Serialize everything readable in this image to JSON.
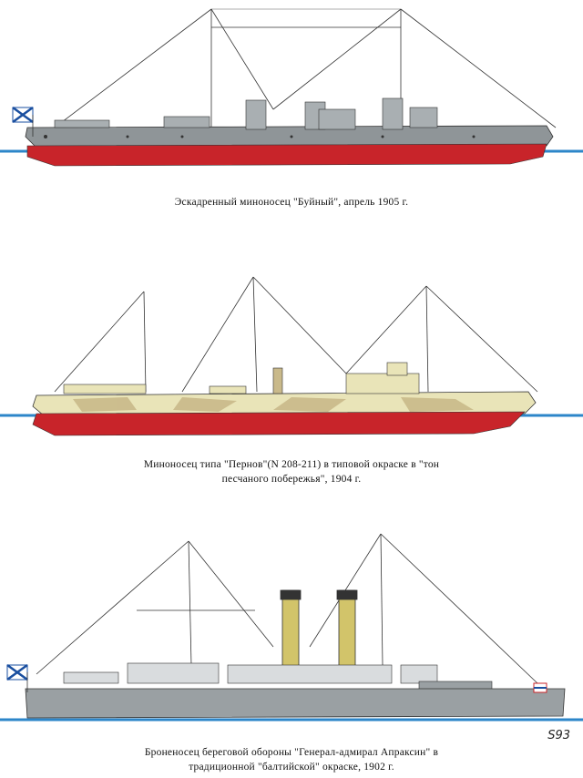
{
  "ships": [
    {
      "caption_lines": [
        "Эскадренный миноносец \"Буйный\", апрель 1905 г."
      ],
      "hull_color": "#8f9598",
      "bottom_color": "#c8242a",
      "flag": "st-andrew-ensign-icon"
    },
    {
      "caption_lines": [
        "Миноносец типа \"Пернов\"(N 208-211) в типовой окраске в \"тон",
        "песчаного побережья\",  1904 г."
      ],
      "hull_color": "#e9e4b8",
      "camo_color": "#c9b98a",
      "bottom_color": "#c8242a"
    },
    {
      "caption_lines": [
        "Броненосец береговой обороны \"Генерал-адмирал Апраксин\" в",
        "традиционной \"балтийской\" окраске, 1902 г."
      ],
      "hull_color": "#9aa0a3",
      "funnel_color": "#d2c46a",
      "flag": "st-andrew-ensign-icon"
    }
  ],
  "signature": "S93",
  "water_color": "#2d86c9"
}
